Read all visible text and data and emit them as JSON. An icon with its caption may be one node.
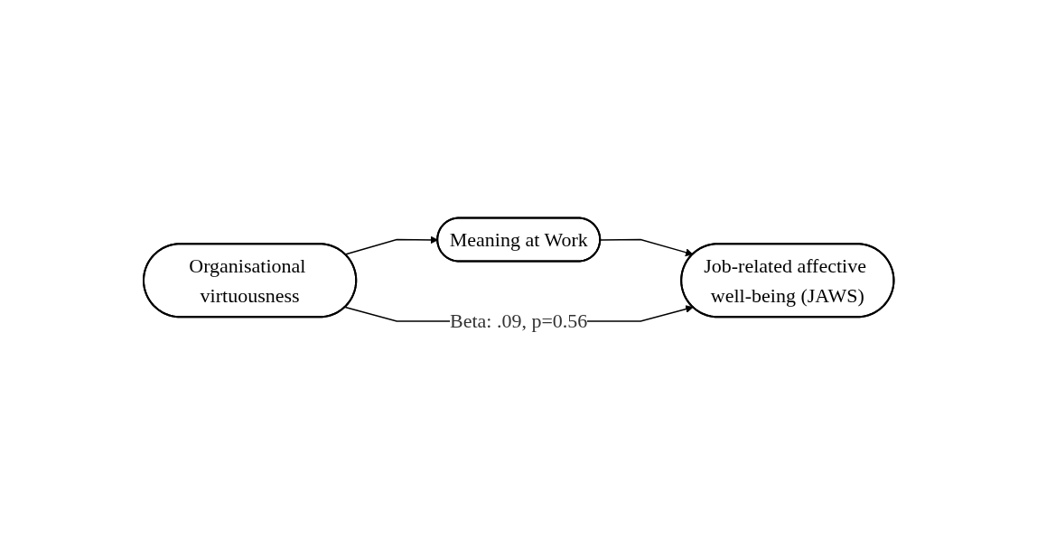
{
  "diagram": {
    "nodes": [
      {
        "text": [
          "Meaning at Work"
        ]
      },
      {
        "text": [
          "Organisational virtuousness"
        ]
      },
      {
        "text": [
          "Job-related affective well-being (JAWS)"
        ]
      }
    ],
    "edges": [
      {
        "from": 1,
        "to": 0,
        "arrow": "to"
      },
      {
        "from": 0,
        "to": 2,
        "arrow": "to"
      },
      {
        "from": 1,
        "to": 2,
        "arrow": "to",
        "label": "Beta: .09, p=0.56"
      }
    ]
  }
}
